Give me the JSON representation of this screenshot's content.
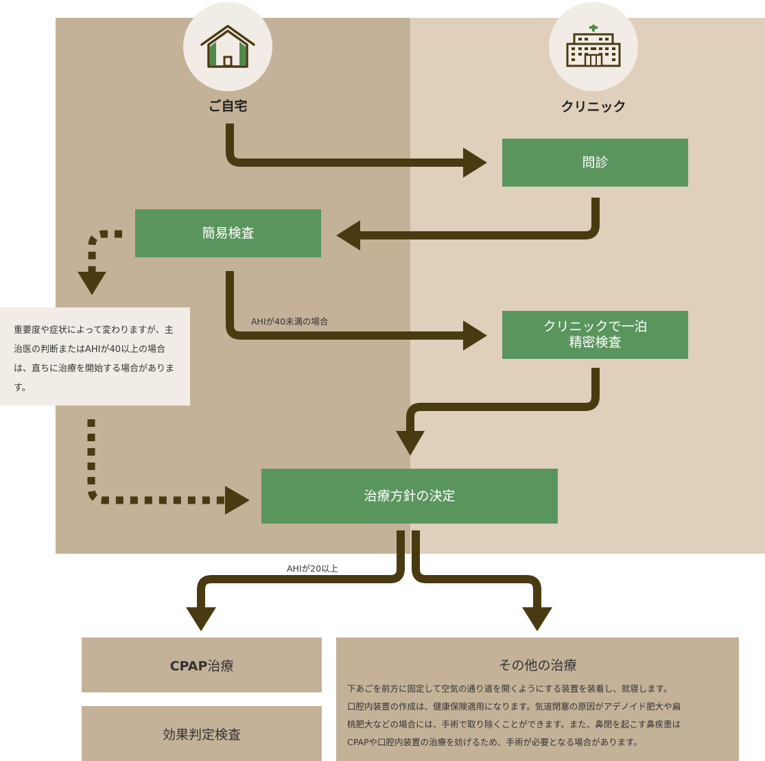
{
  "columns": {
    "home": {
      "label": "ご自宅",
      "icon": "house-icon"
    },
    "clinic": {
      "label": "クリニック",
      "icon": "hospital-icon"
    }
  },
  "steps": {
    "interview": "問診",
    "simple_test": "簡易検査",
    "overnight_test_line1": "クリニックで一泊",
    "overnight_test_line2": "精密検査",
    "decision": "治療方針の決定"
  },
  "notes": {
    "severity": "重要度や症状によって変わりますが、主治医の判断またはAHIが40以上の場合は、直ちに治療を開始する場合があります。"
  },
  "edge_labels": {
    "ahi_under_40": "AHIが40未満の場合",
    "ahi_20_plus": "AHIが20以上"
  },
  "treatments": {
    "cpap_prefix": "CPAP",
    "cpap_suffix": "治療",
    "effect_test": "効果判定検査",
    "other_title": "その他の治療",
    "other_body": [
      "下あごを前方に固定して空気の通り道を開くようにする装置を装着し、就寝します。",
      "口腔内装置の作成は、健康保険適用になります。気道閉塞の原因がアデノイド肥大や扁",
      "桃肥大などの場合には、手術で取り除くことができます。また、鼻閉を起こす鼻疾患は",
      "CPAPや口腔内装置の治療を妨げるため、手術が必要となる場合があります。"
    ]
  },
  "colors": {
    "home_panel": "#c4b298",
    "clinic_panel": "#dfcfbb",
    "step_box": "#5b955e",
    "arrow": "#4a3a12",
    "note_bg": "#f2ece6",
    "icon_green": "#4f8a4c"
  }
}
